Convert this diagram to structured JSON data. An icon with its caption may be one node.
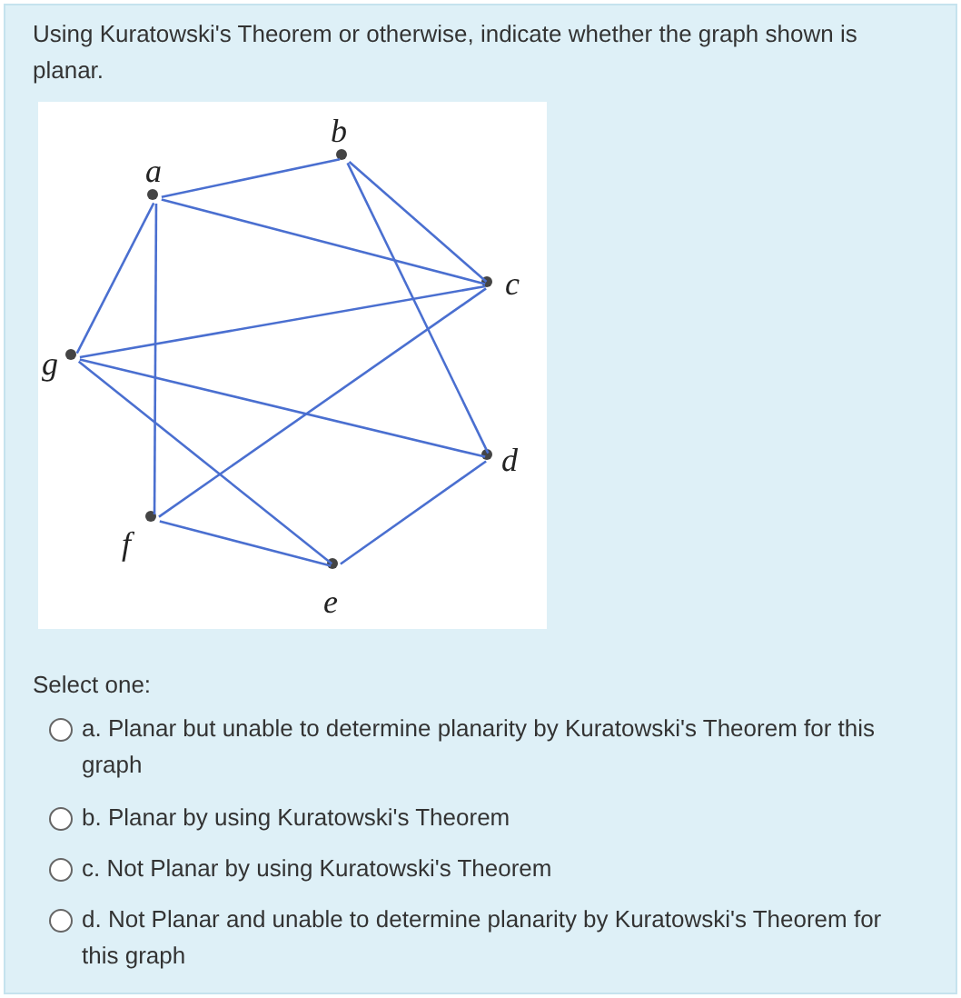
{
  "diagram": {
    "title": "Using Kuratowski's Theorem or otherwise, indicate whether the graph shown is planar.",
    "nodes": [
      {
        "text": [
          "b"
        ]
      },
      {
        "text": [
          "a"
        ]
      },
      {
        "text": [
          "c"
        ]
      },
      {
        "text": [
          "g"
        ]
      },
      {
        "text": [
          "d"
        ]
      },
      {
        "text": [
          "f"
        ]
      },
      {
        "text": [
          "e"
        ]
      }
    ],
    "edges": [
      {
        "from": 1,
        "to": 0,
        "arrow": "none"
      },
      {
        "from": 1,
        "to": 2,
        "arrow": "none"
      },
      {
        "from": 1,
        "to": 3,
        "arrow": "none"
      },
      {
        "from": 1,
        "to": 5,
        "arrow": "none"
      },
      {
        "from": 0,
        "to": 2,
        "arrow": "none"
      },
      {
        "from": 0,
        "to": 4,
        "arrow": "none"
      },
      {
        "from": 2,
        "to": 3,
        "arrow": "none"
      },
      {
        "from": 2,
        "to": 5,
        "arrow": "none"
      },
      {
        "from": 3,
        "to": 4,
        "arrow": "none"
      },
      {
        "from": 3,
        "to": 6,
        "arrow": "none"
      },
      {
        "from": 5,
        "to": 6,
        "arrow": "none"
      },
      {
        "from": 6,
        "to": 4,
        "arrow": "none"
      }
    ],
    "labels": [
      "Select one:",
      "a. Planar but unable to determine planarity by Kuratowski's Theorem for this graph",
      "b. Planar by using Kuratowski's Theorem",
      "c. Not Planar by using Kuratowski's Theorem",
      "d. Not Planar and unable to determine planarity by Kuratowski's Theorem for this graph"
    ]
  }
}
